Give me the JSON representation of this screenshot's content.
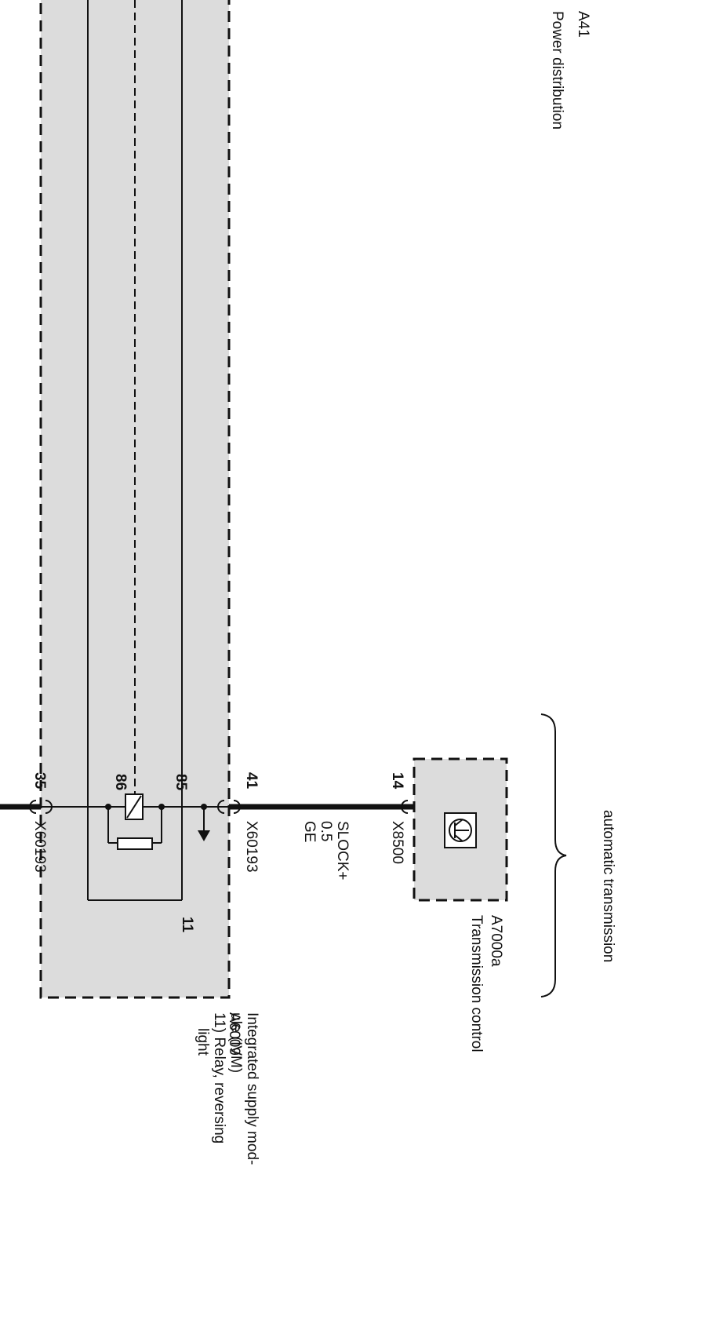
{
  "power_distribution": {
    "id": "A41",
    "name": "Power distribution"
  },
  "option": {
    "label": "automatic transmission"
  },
  "tcu": {
    "id": "A7000a",
    "name": "Transmission control",
    "connector": "X8500",
    "pin": "14"
  },
  "wire": {
    "signal": "SLOCK+",
    "size": "0.5",
    "color": "GE"
  },
  "ivm": {
    "id": "A6009",
    "name_line1": "Integrated supply mod-",
    "name_line2": "ule (IVM)",
    "item_line1": "11) Relay, reversing",
    "item_line2": "light",
    "item_number": "11",
    "connector_top": "X60193",
    "pin_top": "41",
    "connector_bottom": "X60193",
    "pin_bottom": "35",
    "relay_pin_85": "85",
    "relay_pin_86": "86"
  },
  "colors": {
    "module_fill": "#dcdcdc",
    "line": "#111111",
    "background": "#ffffff"
  },
  "icons": {
    "relay": "relay-coil-icon",
    "ground": "ground-arrow-icon",
    "transistor": "transistor-icon"
  }
}
